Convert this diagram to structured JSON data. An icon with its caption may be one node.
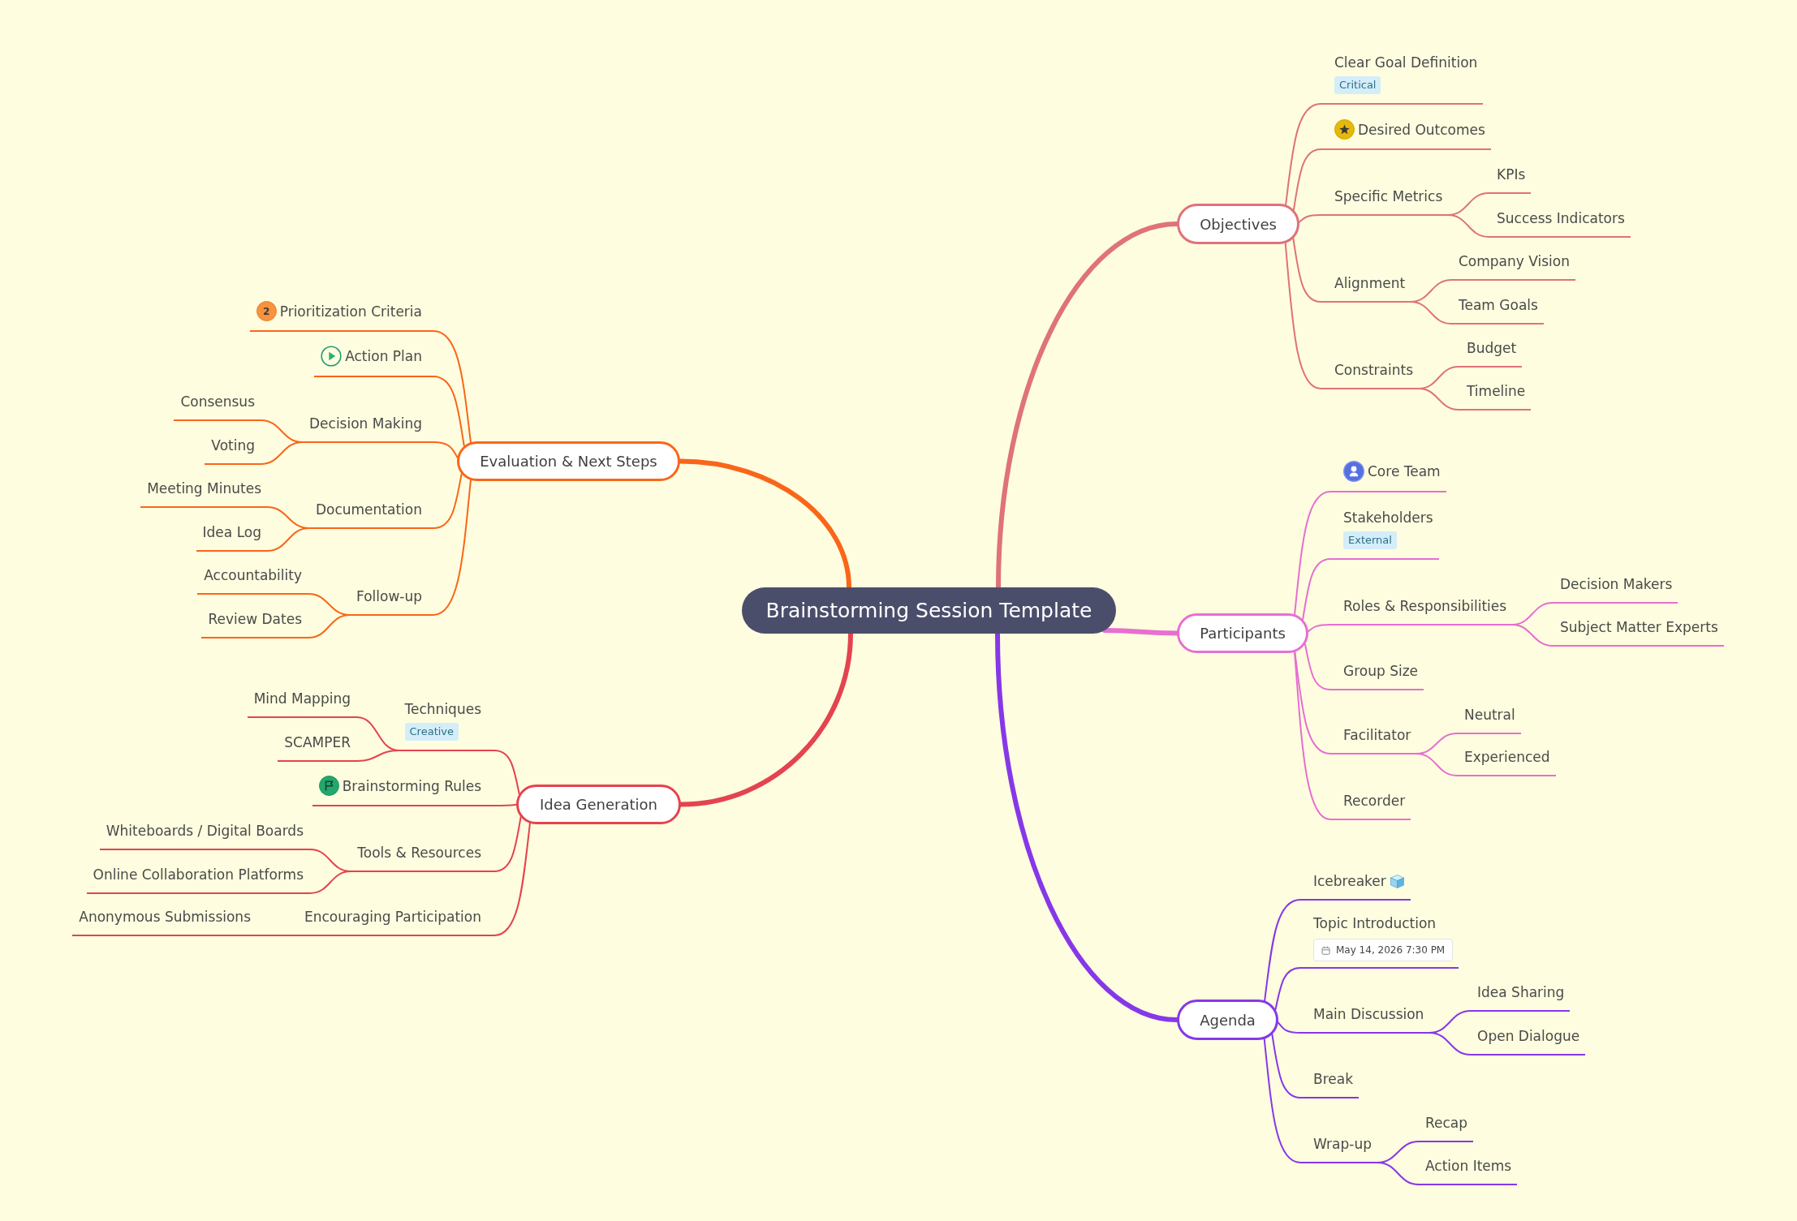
{
  "diagram": {
    "nodes": [
      {
        "text": [
          "Brainstorming Session Template"
        ]
      },
      {
        "text": [
          "Objectives"
        ]
      },
      {
        "text": [
          "Clear Goal Definition",
          "Critical"
        ]
      },
      {
        "text": [
          "Desired Outcomes"
        ]
      },
      {
        "text": [
          "Specific Metrics"
        ]
      },
      {
        "text": [
          "KPIs"
        ]
      },
      {
        "text": [
          "Success Indicators"
        ]
      },
      {
        "text": [
          "Alignment"
        ]
      },
      {
        "text": [
          "Company Vision"
        ]
      },
      {
        "text": [
          "Team Goals"
        ]
      },
      {
        "text": [
          "Constraints"
        ]
      },
      {
        "text": [
          "Budget"
        ]
      },
      {
        "text": [
          "Timeline"
        ]
      },
      {
        "text": [
          "Participants"
        ]
      },
      {
        "text": [
          "Core Team"
        ]
      },
      {
        "text": [
          "Stakeholders",
          "External"
        ]
      },
      {
        "text": [
          "Roles & Responsibilities"
        ]
      },
      {
        "text": [
          "Decision Makers"
        ]
      },
      {
        "text": [
          "Subject Matter Experts"
        ]
      },
      {
        "text": [
          "Group Size"
        ]
      },
      {
        "text": [
          "Facilitator"
        ]
      },
      {
        "text": [
          "Neutral"
        ]
      },
      {
        "text": [
          "Experienced"
        ]
      },
      {
        "text": [
          "Recorder"
        ]
      },
      {
        "text": [
          "Agenda"
        ]
      },
      {
        "text": [
          "Icebreaker"
        ]
      },
      {
        "text": [
          "Topic Introduction",
          "May 14, 2026 7:30 PM"
        ]
      },
      {
        "text": [
          "Main Discussion"
        ]
      },
      {
        "text": [
          "Idea Sharing"
        ]
      },
      {
        "text": [
          "Open Dialogue"
        ]
      },
      {
        "text": [
          "Break"
        ]
      },
      {
        "text": [
          "Wrap-up"
        ]
      },
      {
        "text": [
          "Recap"
        ]
      },
      {
        "text": [
          "Action Items"
        ]
      },
      {
        "text": [
          "Idea Generation"
        ]
      },
      {
        "text": [
          "Techniques",
          "Creative"
        ]
      },
      {
        "text": [
          "Mind Mapping"
        ]
      },
      {
        "text": [
          "SCAMPER"
        ]
      },
      {
        "text": [
          "Brainstorming Rules"
        ]
      },
      {
        "text": [
          "Tools & Resources"
        ]
      },
      {
        "text": [
          "Whiteboards / Digital Boards"
        ]
      },
      {
        "text": [
          "Online Collaboration Platforms"
        ]
      },
      {
        "text": [
          "Encouraging Participation"
        ]
      },
      {
        "text": [
          "Anonymous Submissions"
        ]
      },
      {
        "text": [
          "Evaluation & Next Steps"
        ]
      },
      {
        "text": [
          "2",
          "Prioritization Criteria"
        ]
      },
      {
        "text": [
          "Action Plan"
        ]
      },
      {
        "text": [
          "Decision Making"
        ]
      },
      {
        "text": [
          "Consensus"
        ]
      },
      {
        "text": [
          "Voting"
        ]
      },
      {
        "text": [
          "Documentation"
        ]
      },
      {
        "text": [
          "Meeting Minutes"
        ]
      },
      {
        "text": [
          "Idea Log"
        ]
      },
      {
        "text": [
          "Follow-up"
        ]
      },
      {
        "text": [
          "Accountability"
        ]
      },
      {
        "text": [
          "Review Dates"
        ]
      }
    ],
    "edges": [
      {
        "from": 0,
        "to": 1,
        "arrow": "none",
        "style": "thick",
        "color": "#df727a"
      },
      {
        "from": 1,
        "to": 2,
        "arrow": "none",
        "color": "#df727a"
      },
      {
        "from": 1,
        "to": 3,
        "arrow": "none",
        "color": "#df727a"
      },
      {
        "from": 1,
        "to": 4,
        "arrow": "none",
        "color": "#df727a"
      },
      {
        "from": 4,
        "to": 5,
        "arrow": "none",
        "color": "#df727a"
      },
      {
        "from": 4,
        "to": 6,
        "arrow": "none",
        "color": "#df727a"
      },
      {
        "from": 1,
        "to": 7,
        "arrow": "none",
        "color": "#df727a"
      },
      {
        "from": 7,
        "to": 8,
        "arrow": "none",
        "color": "#df727a"
      },
      {
        "from": 7,
        "to": 9,
        "arrow": "none",
        "color": "#df727a"
      },
      {
        "from": 1,
        "to": 10,
        "arrow": "none",
        "color": "#df727a"
      },
      {
        "from": 10,
        "to": 11,
        "arrow": "none",
        "color": "#df727a"
      },
      {
        "from": 10,
        "to": 12,
        "arrow": "none",
        "color": "#df727a"
      },
      {
        "from": 0,
        "to": 13,
        "arrow": "none",
        "style": "thick",
        "color": "#e66fd1"
      },
      {
        "from": 13,
        "to": 14,
        "arrow": "none",
        "color": "#e66fd1"
      },
      {
        "from": 13,
        "to": 15,
        "arrow": "none",
        "color": "#e66fd1"
      },
      {
        "from": 13,
        "to": 16,
        "arrow": "none",
        "color": "#e66fd1"
      },
      {
        "from": 16,
        "to": 17,
        "arrow": "none",
        "color": "#e66fd1"
      },
      {
        "from": 16,
        "to": 18,
        "arrow": "none",
        "color": "#e66fd1"
      },
      {
        "from": 13,
        "to": 19,
        "arrow": "none",
        "color": "#e66fd1"
      },
      {
        "from": 13,
        "to": 20,
        "arrow": "none",
        "color": "#e66fd1"
      },
      {
        "from": 20,
        "to": 21,
        "arrow": "none",
        "color": "#e66fd1"
      },
      {
        "from": 20,
        "to": 22,
        "arrow": "none",
        "color": "#e66fd1"
      },
      {
        "from": 13,
        "to": 23,
        "arrow": "none",
        "color": "#e66fd1"
      },
      {
        "from": 0,
        "to": 24,
        "arrow": "none",
        "style": "thick",
        "color": "#8638e8"
      },
      {
        "from": 24,
        "to": 25,
        "arrow": "none",
        "color": "#8638e8"
      },
      {
        "from": 24,
        "to": 26,
        "arrow": "none",
        "color": "#8638e8"
      },
      {
        "from": 24,
        "to": 27,
        "arrow": "none",
        "color": "#8638e8"
      },
      {
        "from": 27,
        "to": 28,
        "arrow": "none",
        "color": "#8638e8"
      },
      {
        "from": 27,
        "to": 29,
        "arrow": "none",
        "color": "#8638e8"
      },
      {
        "from": 24,
        "to": 30,
        "arrow": "none",
        "color": "#8638e8"
      },
      {
        "from": 24,
        "to": 31,
        "arrow": "none",
        "color": "#8638e8"
      },
      {
        "from": 31,
        "to": 32,
        "arrow": "none",
        "color": "#8638e8"
      },
      {
        "from": 31,
        "to": 33,
        "arrow": "none",
        "color": "#8638e8"
      },
      {
        "from": 0,
        "to": 34,
        "arrow": "none",
        "style": "thick",
        "color": "#e4434f"
      },
      {
        "from": 34,
        "to": 35,
        "arrow": "none",
        "color": "#e4434f"
      },
      {
        "from": 35,
        "to": 36,
        "arrow": "none",
        "color": "#e4434f"
      },
      {
        "from": 35,
        "to": 37,
        "arrow": "none",
        "color": "#e4434f"
      },
      {
        "from": 34,
        "to": 38,
        "arrow": "none",
        "color": "#e4434f"
      },
      {
        "from": 34,
        "to": 39,
        "arrow": "none",
        "color": "#e4434f"
      },
      {
        "from": 39,
        "to": 40,
        "arrow": "none",
        "color": "#e4434f"
      },
      {
        "from": 39,
        "to": 41,
        "arrow": "none",
        "color": "#e4434f"
      },
      {
        "from": 34,
        "to": 42,
        "arrow": "none",
        "color": "#e4434f"
      },
      {
        "from": 42,
        "to": 43,
        "arrow": "none",
        "color": "#e4434f"
      },
      {
        "from": 0,
        "to": 44,
        "arrow": "none",
        "style": "thick",
        "color": "#f9661a"
      },
      {
        "from": 44,
        "to": 45,
        "arrow": "none",
        "color": "#f9661a"
      },
      {
        "from": 44,
        "to": 46,
        "arrow": "none",
        "color": "#f9661a"
      },
      {
        "from": 44,
        "to": 47,
        "arrow": "none",
        "color": "#f9661a"
      },
      {
        "from": 47,
        "to": 48,
        "arrow": "none",
        "color": "#f9661a"
      },
      {
        "from": 47,
        "to": 49,
        "arrow": "none",
        "color": "#f9661a"
      },
      {
        "from": 44,
        "to": 50,
        "arrow": "none",
        "color": "#f9661a"
      },
      {
        "from": 50,
        "to": 51,
        "arrow": "none",
        "color": "#f9661a"
      },
      {
        "from": 50,
        "to": 52,
        "arrow": "none",
        "color": "#f9661a"
      },
      {
        "from": 44,
        "to": 53,
        "arrow": "none",
        "color": "#f9661a"
      },
      {
        "from": 53,
        "to": 54,
        "arrow": "none",
        "color": "#f9661a"
      },
      {
        "from": 53,
        "to": 55,
        "arrow": "none",
        "color": "#f9661a"
      }
    ]
  }
}
